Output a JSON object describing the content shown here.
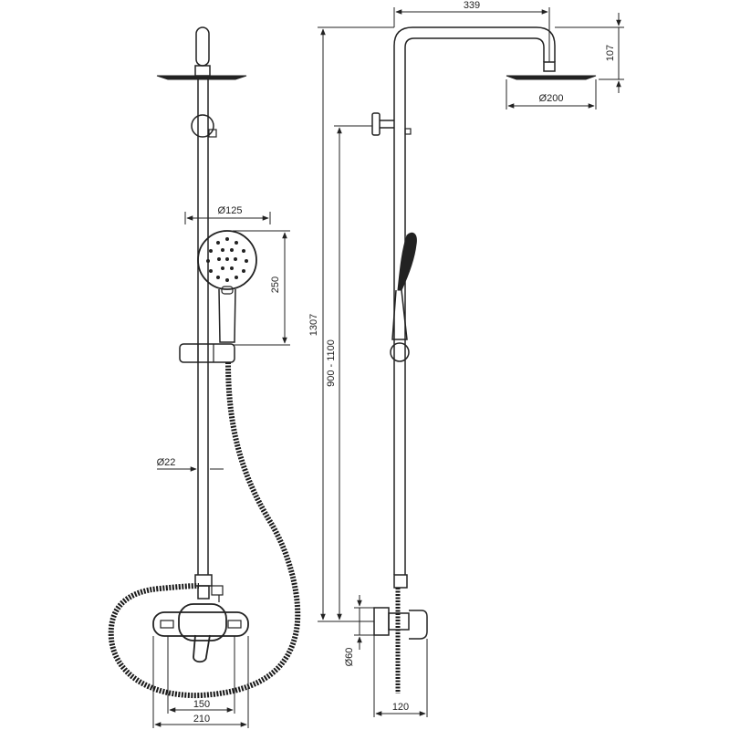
{
  "colors": {
    "line": "#222222",
    "hose": "#1a1a1a",
    "background": "#ffffff"
  },
  "front_view": {
    "d_handshower": "Ø125",
    "handshower_length": "250",
    "d_rail": "Ø22",
    "mixer_spacing": "150",
    "mixer_width": "210"
  },
  "side_view": {
    "arm_reach": "339",
    "head_drop": "107",
    "d_headshower": "Ø200",
    "total_height": "1307",
    "rail_adjust": "900 - 1100",
    "d_mixer": "Ø60",
    "mixer_depth": "120"
  }
}
